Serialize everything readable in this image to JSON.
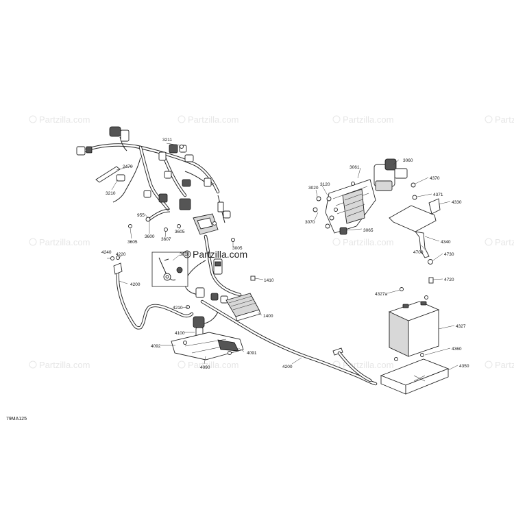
{
  "watermark": {
    "text": "Partzilla.com",
    "main": "Partzilla.com"
  },
  "diagram_code": "79MA125",
  "parts": {
    "p3211": "3211",
    "p2470": "2470",
    "p3210": "3210",
    "p955": "955",
    "p3605a": "3605",
    "p3600": "3600",
    "p3607": "3607",
    "p3605b": "3605",
    "p3005": "3005",
    "p3610": "3610",
    "p1410": "1410",
    "p1400": "1400",
    "p4210": "4210",
    "p4240": "4240",
    "p4220": "4220",
    "p4200a": "4200",
    "p4100": "4100",
    "p4092": "4092",
    "p4090": "4090",
    "p4091": "4091",
    "p4200b": "4200",
    "p3061": "3061",
    "p3060": "3060",
    "p3120": "3120",
    "p3020": "3020",
    "p3070": "3070",
    "p3065": "3065",
    "p4370": "4370",
    "p4371": "4371",
    "p4330": "4330",
    "p4700": "4700",
    "p4340": "4340",
    "p4730": "4730",
    "p4720": "4720",
    "p4327a": "4327a",
    "p4327": "4327",
    "p4360": "4360",
    "p4350": "4350"
  }
}
